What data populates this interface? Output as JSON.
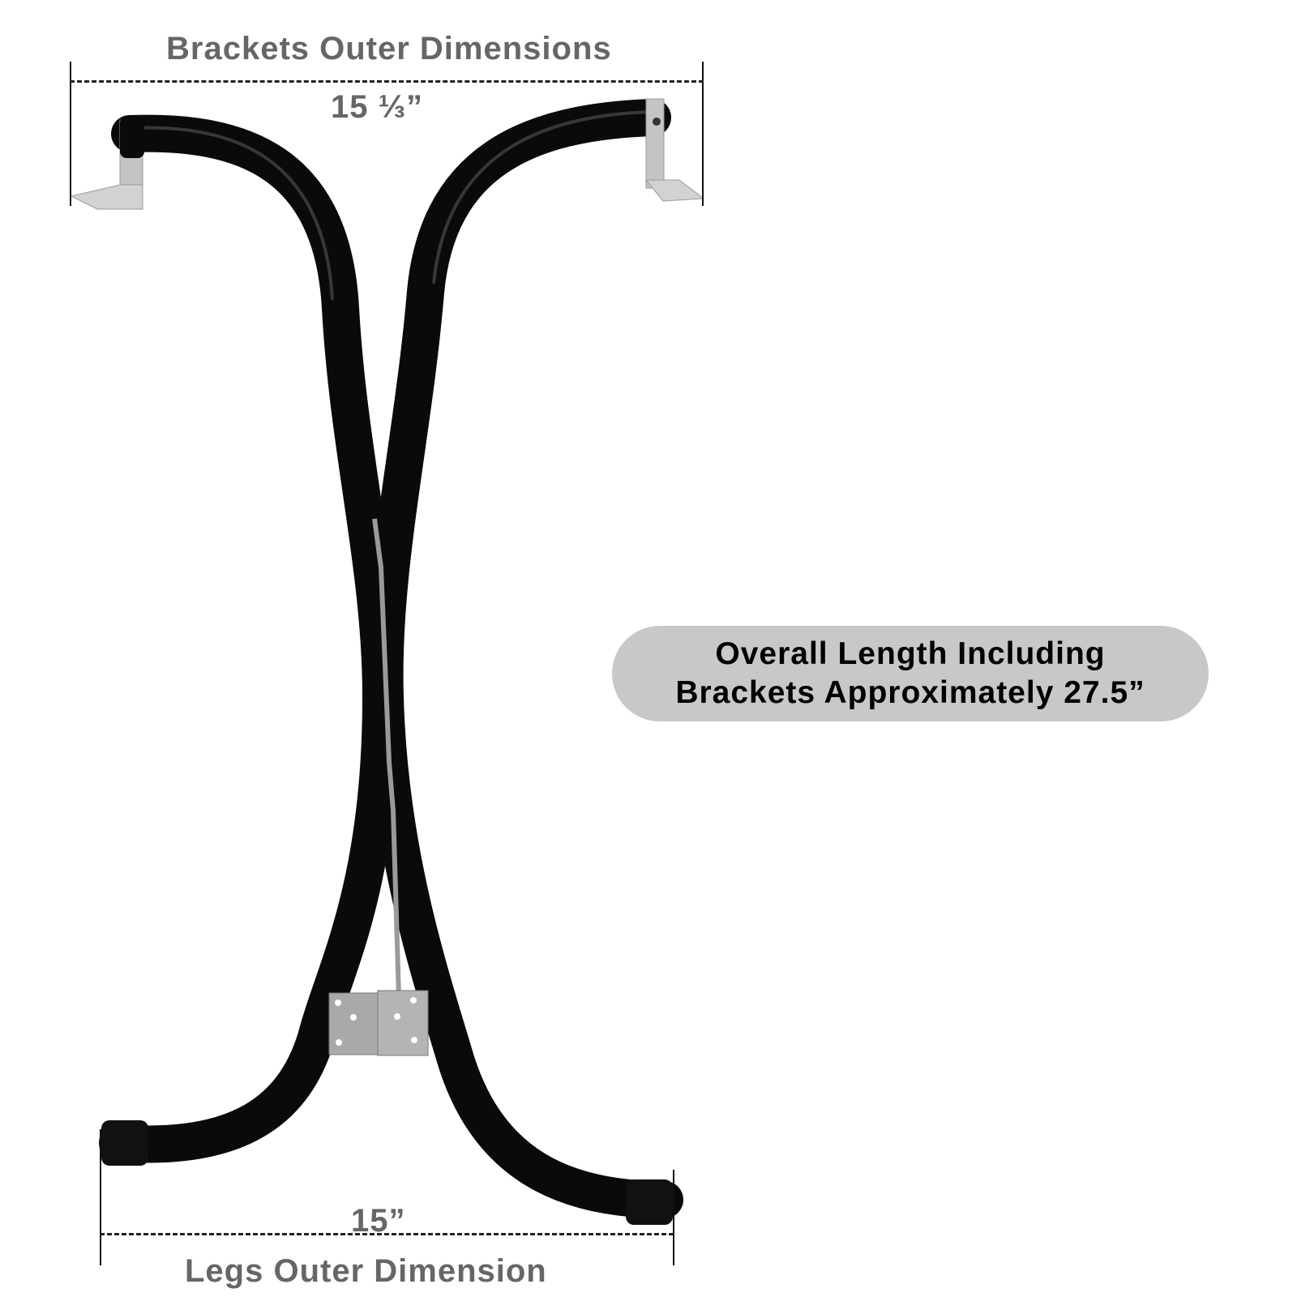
{
  "annotations": {
    "top_title": "Brackets Outer Dimensions",
    "top_dimension": "15 ⅓”",
    "center_note_line1": "Overall Length Including",
    "center_note_line2": "Brackets Approximately 27.5”",
    "bottom_dimension": "15”",
    "bottom_title": "Legs Outer Dimension"
  },
  "colors": {
    "label_gray": "#666666",
    "pill_background": "#c8c8c8",
    "tube_black": "#0a0a0a",
    "bracket_steel": "#c4c4c4"
  }
}
